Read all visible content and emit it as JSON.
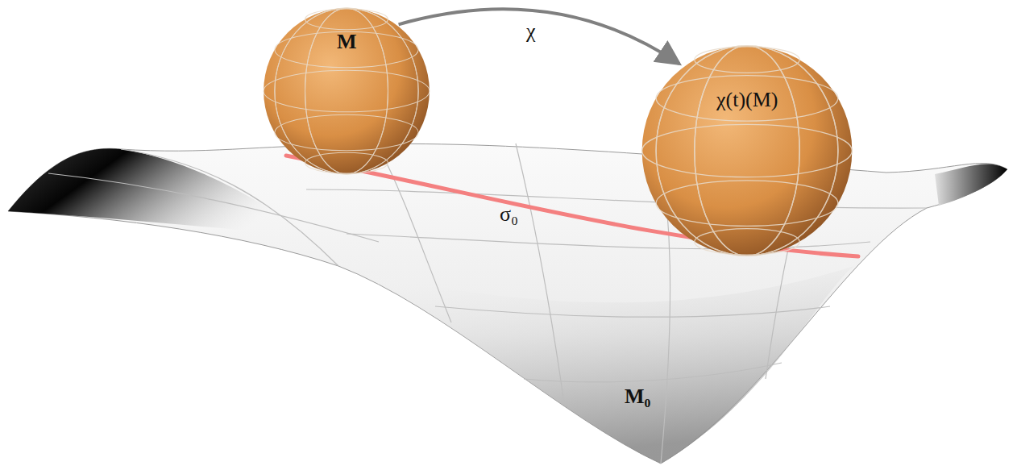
{
  "diagram": {
    "nodes": [
      {
        "text": [
          "M"
        ]
      },
      {
        "text": [
          "χ(t)(M)"
        ]
      },
      {
        "text": [
          "M₀"
        ]
      }
    ],
    "edges": [
      {
        "from": 0,
        "to": 1,
        "label": "χ",
        "arrow": "to"
      }
    ],
    "labels": [
      "σ₀"
    ]
  }
}
